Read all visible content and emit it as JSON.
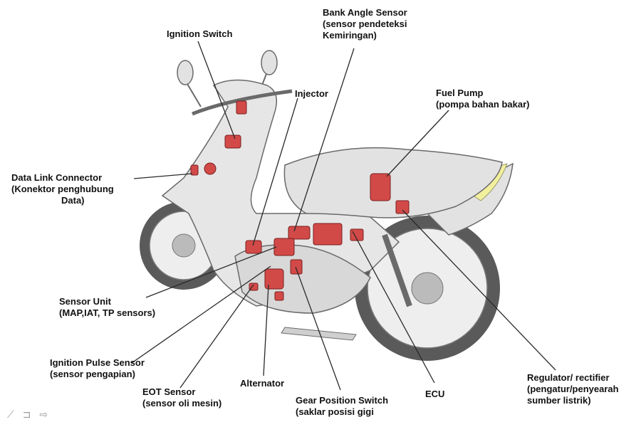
{
  "labels": {
    "ignition_switch": [
      "Ignition Switch"
    ],
    "bank_angle_sensor": [
      "Bank Angle Sensor",
      "(sensor pendeteksi",
      "Kemiringan)"
    ],
    "injector": [
      "Injector"
    ],
    "fuel_pump": [
      "Fuel Pump",
      "(pompa bahan bakar)"
    ],
    "data_link_connector": [
      "Data Link Connector",
      "(Konektor penghubung",
      "Data)"
    ],
    "sensor_unit": [
      "Sensor Unit",
      "(MAP,IAT, TP sensors)"
    ],
    "ignition_pulse_sensor": [
      "Ignition Pulse Sensor",
      "(sensor pengapian)"
    ],
    "eot_sensor": [
      "EOT Sensor",
      "(sensor oli mesin)"
    ],
    "alternator": [
      "Alternator"
    ],
    "gear_position_switch": [
      "Gear Position Switch",
      "(saklar posisi gigi"
    ],
    "ecu": [
      "ECU"
    ],
    "regulator_rectifier": [
      "Regulator/ rectifier",
      "(pengatur/penyearah",
      "sumber listrik)"
    ]
  },
  "toolbar": {
    "pen_glyph": "⟋",
    "screen_glyph": "⊐",
    "next_glyph": "⇨"
  },
  "colors": {
    "body": "#e2e2e2",
    "outline": "#6a6a6a",
    "component": "#d24a48",
    "seat_accent": "#f2ef9e",
    "tire": "#555555",
    "leader": "#2a2a2a"
  }
}
